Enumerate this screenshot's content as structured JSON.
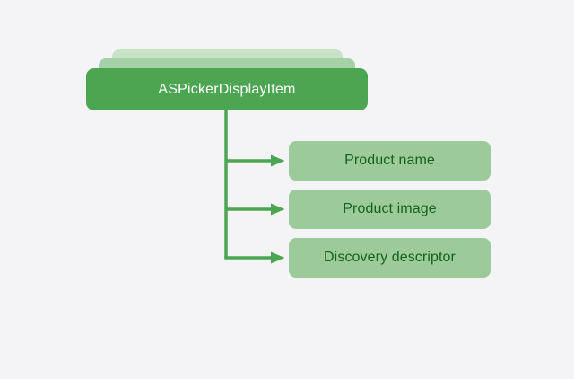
{
  "colors": {
    "background": "#f4f4f6",
    "root_fill": "#4ca551",
    "root_text": "#ffffff",
    "stack_mid": "#a6d0a8",
    "stack_back": "#c8e2c8",
    "child_fill": "#9cca9b",
    "child_text": "#17621b",
    "connector": "#4ca551"
  },
  "diagram": {
    "root": {
      "label": "ASPickerDisplayItem"
    },
    "children": [
      {
        "label": "Product name"
      },
      {
        "label": "Product image"
      },
      {
        "label": "Discovery descriptor"
      }
    ]
  }
}
